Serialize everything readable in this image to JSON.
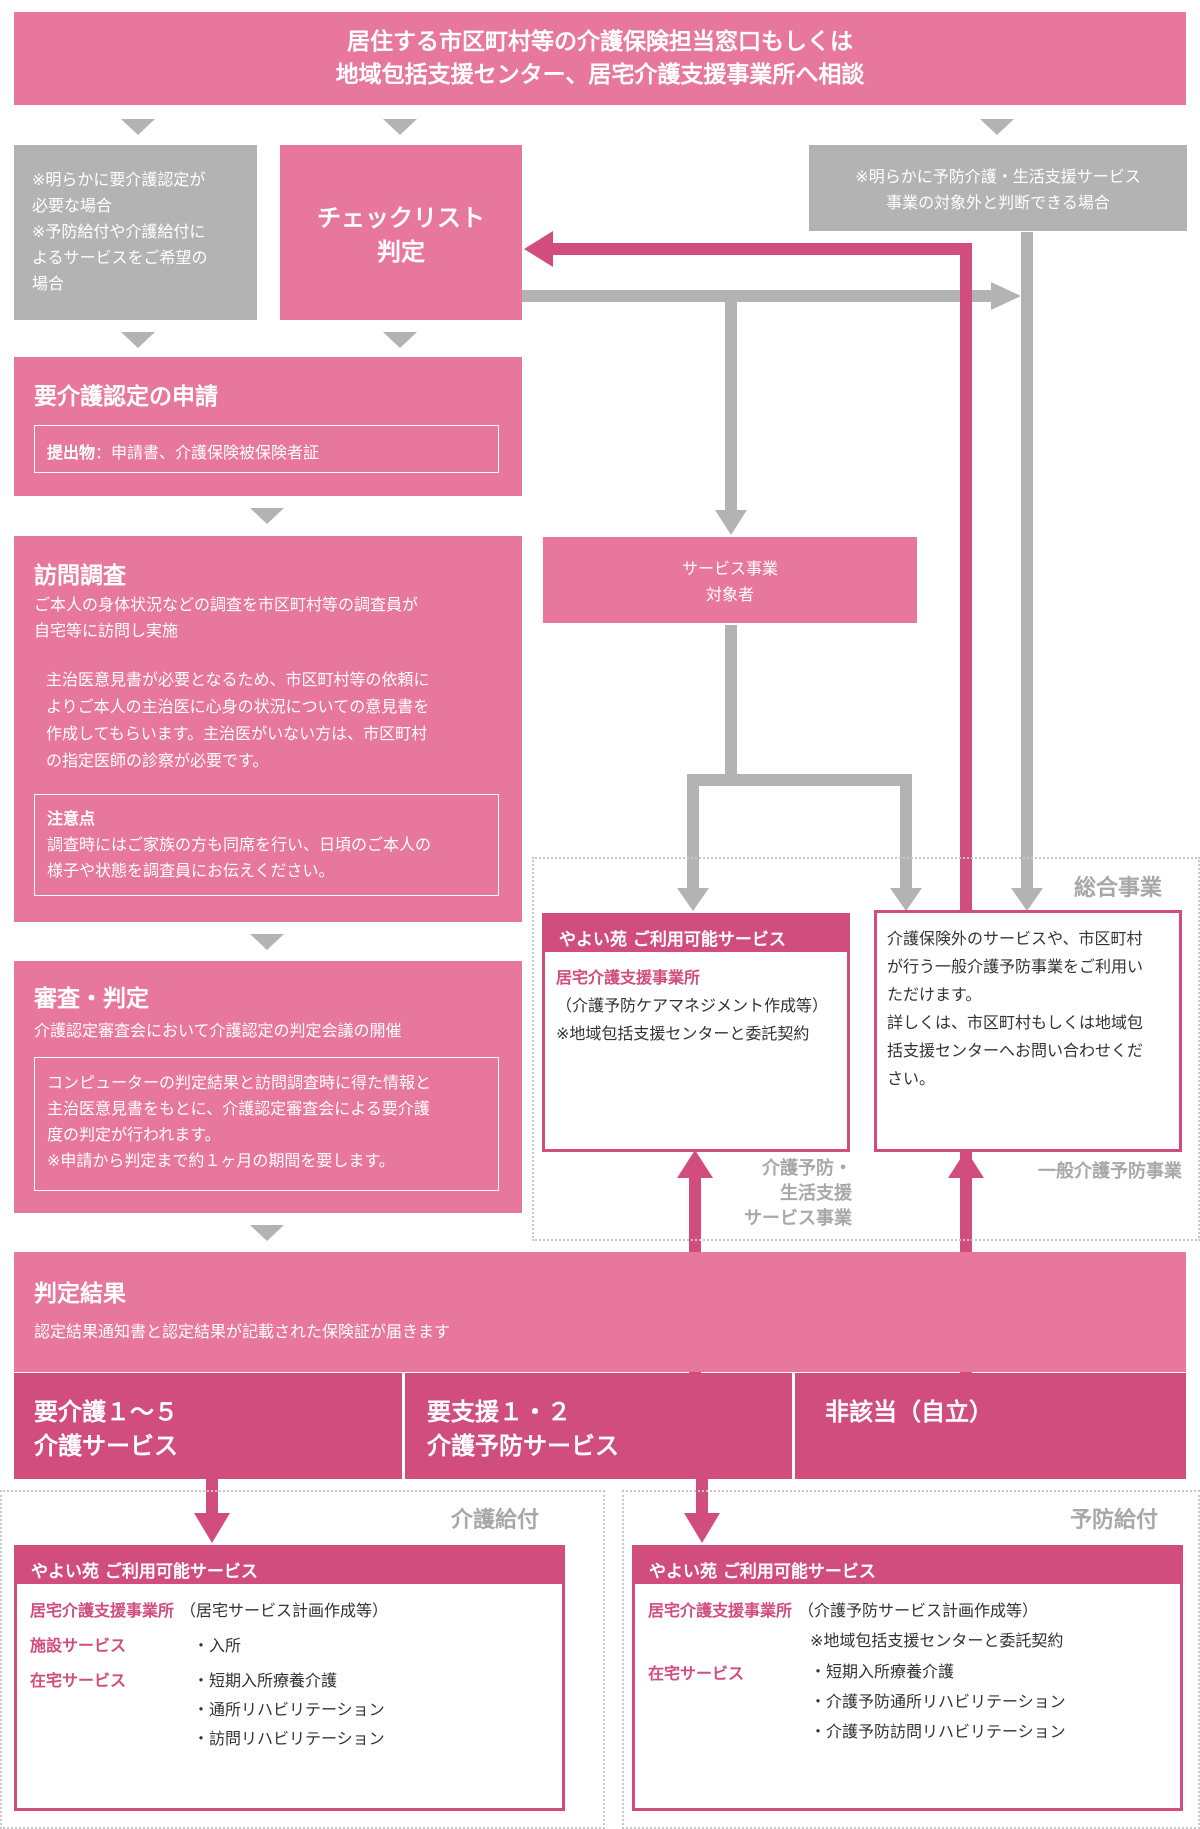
{
  "top_banner": {
    "line1": "居住する市区町村等の介護保険担当窓口もしくは",
    "line2": "地域包括支援センター、居宅介護支援事業所へ相談"
  },
  "gray_left": {
    "lines": [
      "※明らかに要介護認定が",
      "必要な場合",
      "※予防給付や介護給付に",
      "よるサービスをご希望の",
      "場合"
    ]
  },
  "checklist": {
    "line1": "チェックリスト",
    "line2": "判定"
  },
  "gray_right": {
    "line1": "※明らかに予防介護・生活支援サービス",
    "line2": "事業の対象外と判断できる場合"
  },
  "application": {
    "title": "要介護認定の申請",
    "submit_label": "提出物",
    "submit_text": "：申請書、介護保険被保険者証"
  },
  "visit": {
    "title": "訪問調査",
    "desc": [
      "ご本人の身体状況などの調査を市区町村等の調査員が",
      "自宅等に訪問し実施"
    ],
    "doctor": [
      "主治医意見書が必要となるため、市区町村等の依頼に",
      "よりご本人の主治医に心身の状況についての意見書を",
      "作成してもらいます。主治医がいない方は、市区町村",
      "の指定医師の診察が必要です。"
    ],
    "caution_title": "注意点",
    "caution": [
      "調査時にはご家族の方も同席を行い、日頃のご本人の",
      "様子や状態を調査員にお伝えください。"
    ]
  },
  "review": {
    "title": "審査・判定",
    "desc": "介護認定審査会において介護認定の判定会議の開催",
    "detail": [
      "コンピューターの判定結果と訪問調査時に得た情報と",
      "主治医意見書をもとに、介護認定審査会による要介護",
      "度の判定が行われます。",
      "※申請から判定まで約１ヶ月の期間を要します。"
    ]
  },
  "service_target": {
    "line1": "サービス事業",
    "line2": "対象者"
  },
  "general_section_label": "総合事業",
  "yayoi_mid": {
    "header": "やよい苑 ご利用可能サービス",
    "office": "居宅介護支援事業所",
    "line1": "（介護予防ケアマネジメント作成等）",
    "line2": "※地域包括支援センターと委託契約"
  },
  "mid_caption": [
    "介護予防・",
    "生活支援",
    "サービス事業"
  ],
  "general_box": {
    "lines": [
      "介護保険外のサービスや、市区町村",
      "が行う一般介護予防事業をご利用い",
      "ただけます。",
      "詳しくは、市区町村もしくは地域包",
      "括支援センターへお問い合わせくだ",
      "さい。"
    ]
  },
  "general_caption": "一般介護予防事業",
  "result": {
    "title": "判定結果",
    "desc": "認定結果通知書と認定結果が記載された保険証が届きます"
  },
  "care": {
    "line1": "要介護１～５",
    "line2": "介護サービス"
  },
  "support": {
    "line1": "要支援１・２",
    "line2": "介護予防サービス"
  },
  "independent": "非該当（自立）",
  "care_benefit": {
    "label": "介護給付",
    "header": "やよい苑 ご利用可能サービス",
    "office": "居宅介護支援事業所",
    "office_note": "（居宅サービス計画作成等）",
    "facility_label": "施設サービス",
    "facility_item": "・入所",
    "home_label": "在宅サービス",
    "home_items": [
      "・短期入所療養介護",
      "・通所リハビリテーション",
      "・訪問リハビリテーション"
    ]
  },
  "prevent_benefit": {
    "label": "予防給付",
    "header": "やよい苑 ご利用可能サービス",
    "office": "居宅介護支援事業所",
    "office_note": "（介護予防サービス計画作成等）",
    "office_note2": "※地域包括支援センターと委託契約",
    "home_label": "在宅サービス",
    "home_items": [
      "・短期入所療養介護",
      "・介護予防通所リハビリテーション",
      "・介護予防訪問リハビリテーション"
    ]
  }
}
